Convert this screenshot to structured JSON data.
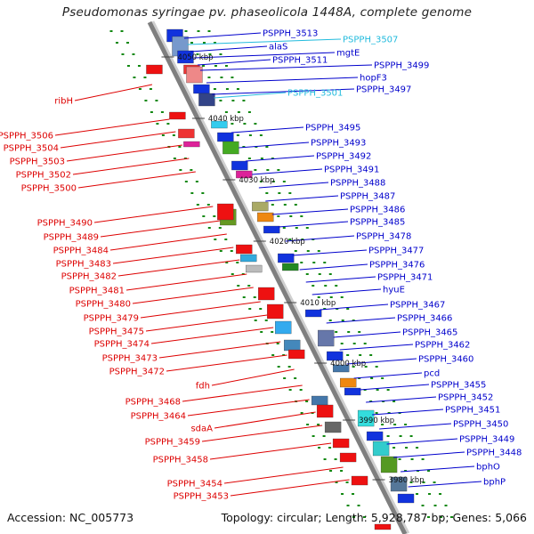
{
  "title": "Pseudomonas syringae pv. phaseolicola 1448A, complete genome",
  "footer": {
    "accession": "Accession: NC_005773",
    "summary": "Topology: circular; Length: 5,928,787 bp; Genes: 5,066"
  },
  "colors": {
    "plus_label": "#0000cc",
    "minus_label": "#dd0000",
    "rna_label": "#22bbdd",
    "backbone": "#7f7f7f",
    "plus_gene": "#1133dd",
    "minus_gene": "#ee1111",
    "orf_dots": "#118811"
  },
  "ticks": [
    "4050 kbp",
    "4040 kbp",
    "4030 kbp",
    "4020 kbp",
    "4010 kbp",
    "4000 kbp",
    "3990 kbp",
    "3980 kbp"
  ],
  "right_labels": [
    "PSPPH_3513",
    "alaS",
    "PSPPH_3507",
    "PSPPH_3511",
    "mgtE",
    "PSPPH_3499",
    "hopF3",
    "PSPPH_3501",
    "PSPPH_3497",
    "PSPPH_3495",
    "PSPPH_3493",
    "PSPPH_3492",
    "PSPPH_3491",
    "PSPPH_3488",
    "PSPPH_3487",
    "PSPPH_3486",
    "PSPPH_3485",
    "PSPPH_3478",
    "PSPPH_3477",
    "PSPPH_3476",
    "PSPPH_3471",
    "hyuE",
    "PSPPH_3467",
    "PSPPH_3466",
    "PSPPH_3465",
    "PSPPH_3462",
    "PSPPH_3460",
    "pcd",
    "PSPPH_3455",
    "PSPPH_3452",
    "PSPPH_3451",
    "PSPPH_3450",
    "PSPPH_3449",
    "PSPPH_3448",
    "bphO",
    "bphP"
  ],
  "left_labels": [
    "ribH",
    "PSPPH_3506",
    "PSPPH_3504",
    "PSPPH_3503",
    "PSPPH_3502",
    "PSPPH_3500",
    "PSPPH_3490",
    "PSPPH_3489",
    "PSPPH_3484",
    "PSPPH_3483",
    "PSPPH_3482",
    "PSPPH_3481",
    "PSPPH_3480",
    "PSPPH_3479",
    "PSPPH_3475",
    "PSPPH_3474",
    "PSPPH_3473",
    "PSPPH_3472",
    "fdh",
    "PSPPH_3468",
    "PSPPH_3464",
    "sdaA",
    "PSPPH_3459",
    "PSPPH_3458",
    "PSPPH_3454",
    "PSPPH_3453"
  ]
}
